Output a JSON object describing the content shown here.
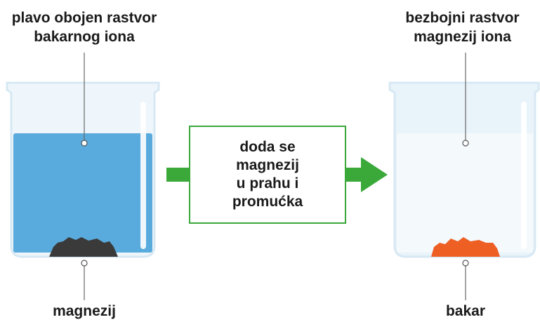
{
  "left_beaker": {
    "top_label_line1": "plavo obojen rastvor",
    "top_label_line2": "bakarnog iona",
    "bottom_label": "magnezij",
    "solution_color": "#5aabdd",
    "solid_color": "#3a3a3a"
  },
  "process": {
    "line1": "doda se",
    "line2": "magnezij",
    "line3": "u prahu i",
    "line4": "promućka",
    "arrow_color": "#3aa93a"
  },
  "right_beaker": {
    "top_label_line1": "bezbojni rastvor",
    "top_label_line2": "magnezij iona",
    "bottom_label": "bakar",
    "solution_color": "#f4f9fc",
    "solid_color": "#ee5f24"
  }
}
